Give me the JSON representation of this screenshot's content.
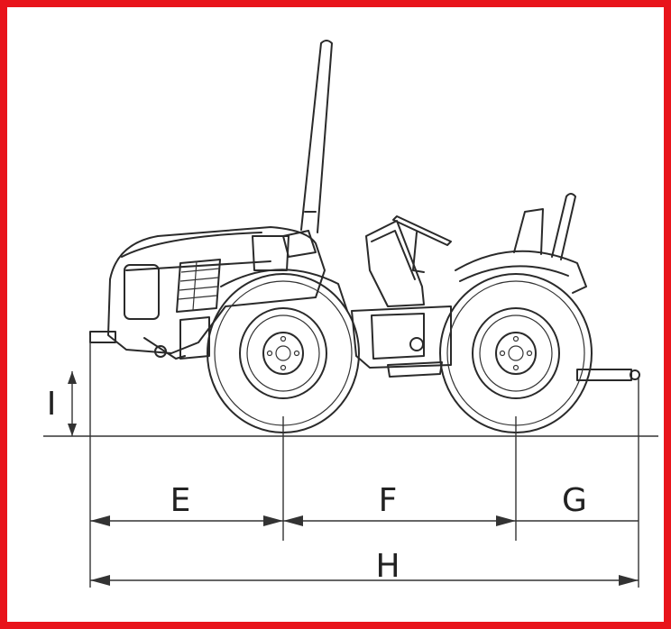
{
  "labels": {
    "E": "E",
    "F": "F",
    "G": "G",
    "H": "H",
    "I": "I"
  },
  "colors": {
    "frame": "#e8141b",
    "line": "#2a2a2a",
    "background": "#ffffff"
  }
}
